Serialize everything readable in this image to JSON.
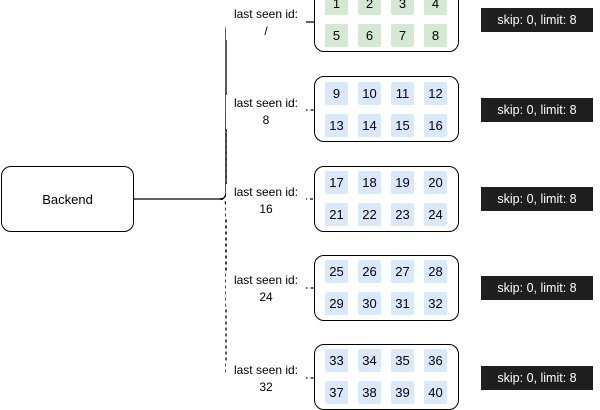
{
  "backend": {
    "label": "Backend"
  },
  "pages": [
    {
      "cursor_label": "last seen id:",
      "cursor_value": "/",
      "query": "skip: 0, limit: 8",
      "style": "green",
      "items": [
        "1",
        "2",
        "3",
        "4",
        "5",
        "6",
        "7",
        "8"
      ]
    },
    {
      "cursor_label": "last seen id:",
      "cursor_value": "8",
      "query": "skip: 0, limit: 8",
      "style": "blue",
      "items": [
        "9",
        "10",
        "11",
        "12",
        "13",
        "14",
        "15",
        "16"
      ]
    },
    {
      "cursor_label": "last seen id:",
      "cursor_value": "16",
      "query": "skip: 0, limit: 8",
      "style": "blue",
      "items": [
        "17",
        "18",
        "19",
        "20",
        "21",
        "22",
        "23",
        "24"
      ]
    },
    {
      "cursor_label": "last seen id:",
      "cursor_value": "24",
      "query": "skip: 0, limit: 8",
      "style": "blue",
      "items": [
        "25",
        "26",
        "27",
        "28",
        "29",
        "30",
        "31",
        "32"
      ]
    },
    {
      "cursor_label": "last seen id:",
      "cursor_value": "32",
      "query": "skip: 0, limit: 8",
      "style": "blue",
      "items": [
        "33",
        "34",
        "35",
        "36",
        "37",
        "38",
        "39",
        "40"
      ]
    }
  ],
  "colors": {
    "green_item": "#d5e8d4",
    "blue_item": "#dae8fc",
    "badge_bg": "#1f1f1f",
    "stroke": "#000000"
  }
}
